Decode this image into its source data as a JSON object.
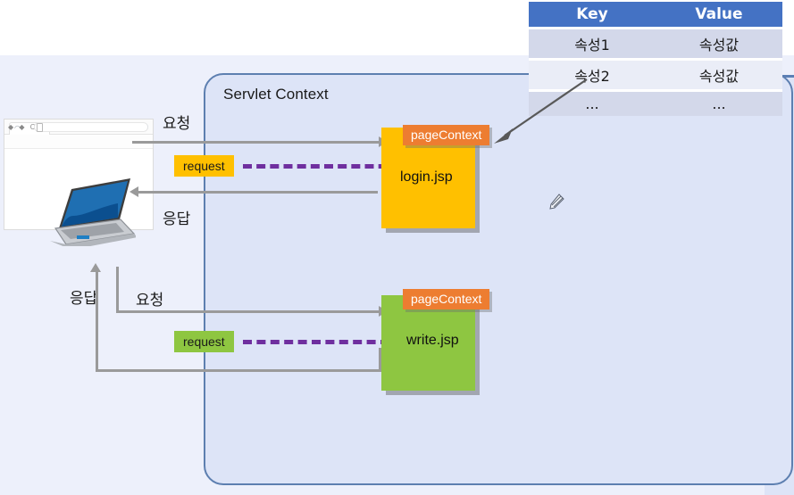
{
  "diagram": {
    "title": "Servlet Context",
    "container_label": "Servlet Context",
    "colors": {
      "panel_bg": "#EDF0FB",
      "servlet_fill": "#DDE4F7",
      "servlet_border": "#5D7FB0",
      "orange_block": "#FFC000",
      "green_block": "#8EC641",
      "pagecontext_tag": "#ED7D31",
      "table_header": "#4472C4",
      "dashed_arrow": "#6F2F9F",
      "solid_arrow": "#9A9A9A"
    },
    "flows": [
      {
        "id": "login-flow",
        "request_label": "요청",
        "response_label": "응답",
        "chip_label": "request",
        "page_tag": "pageContext",
        "page_name": "login.jsp"
      },
      {
        "id": "write-flow",
        "request_label": "요청",
        "response_label": "응답",
        "chip_label": "request",
        "page_tag": "pageContext",
        "page_name": "write.jsp"
      }
    ]
  },
  "attribute_table": {
    "headers": [
      "Key",
      "Value"
    ],
    "rows": [
      [
        "속성1",
        "속성값"
      ],
      [
        "속성2",
        "속성값"
      ],
      [
        "...",
        "..."
      ]
    ]
  },
  "browser": {
    "tab_glyph": "◠",
    "nav_glyphs": "◆ ◆ C",
    "window_dots": 3
  },
  "icons": {
    "pencil_cursor": "pencil-cursor-icon",
    "laptop": "laptop-icon",
    "browser_window": "browser-window-icon"
  }
}
